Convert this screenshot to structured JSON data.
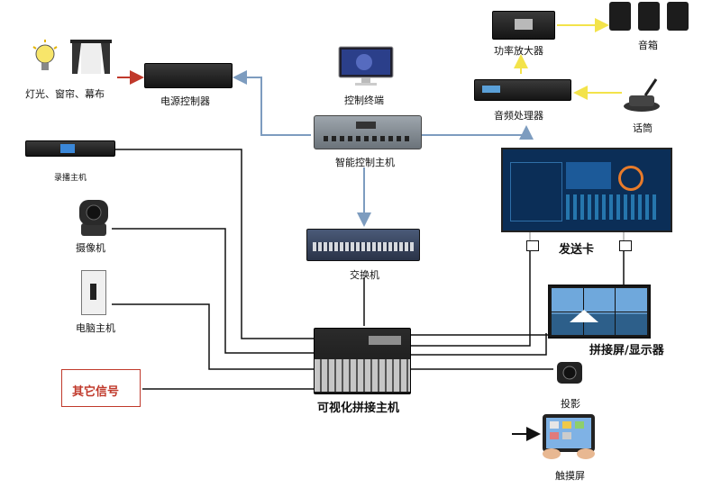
{
  "devices": {
    "lights": "灯光、窗帘、幕布",
    "power_controller": "电源控制器",
    "control_terminal": "控制终端",
    "smart_host": "智能控制主机",
    "amplifier": "功率放大器",
    "speaker": "音箱",
    "audio_processor": "音频处理器",
    "microphone": "话筒",
    "recorder": "录播主机",
    "camera": "摄像机",
    "pc_host": "电脑主机",
    "switch": "交换机",
    "sender_card": "发送卡",
    "splice_screen": "拼接屏/显示器",
    "other_signal": "其它信号",
    "visual_host": "可视化拼接主机",
    "projector": "投影",
    "touch_screen": "触摸屏"
  },
  "colors": {
    "control_line": "#7d9cbf",
    "signal_line": "#111111",
    "red_arrow": "#c0392b",
    "yellow_arrow": "#f3e34a",
    "red_box": "#c0392b"
  }
}
